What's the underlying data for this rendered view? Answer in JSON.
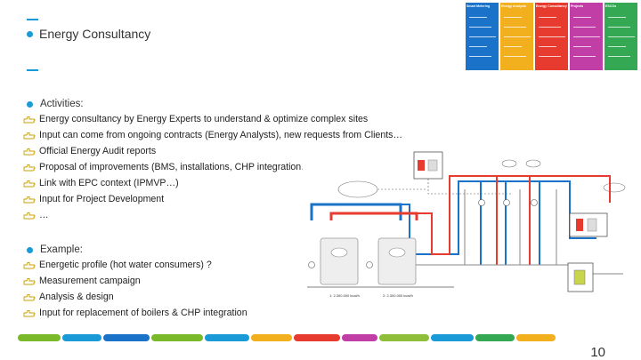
{
  "title": "Energy Consultancy",
  "sections": {
    "activities": {
      "heading": "Activities:",
      "items": [
        "Energy consultancy by Energy Experts to understand & optimize complex sites",
        "Input can come from ongoing contracts (Energy Analysts), new requests from Clients…",
        "Official Energy Audit reports",
        "Proposal of improvements (BMS, installations, CHP integration…)",
        "Link with EPC context (IPMVP…)",
        "Input for Project Development",
        "…"
      ]
    },
    "example": {
      "heading": "Example:",
      "items": [
        "Energetic profile (hot water consumers) ?",
        "Measurement campaign",
        "Analysis & design",
        "Input for replacement of boilers & CHP integration"
      ]
    }
  },
  "process_flow": {
    "columns": [
      {
        "header": "Smart Metering",
        "color": "#1a73c9"
      },
      {
        "header": "Energy Analysis",
        "color": "#f2b01e"
      },
      {
        "header": "Energy Consultancy",
        "color": "#e63b2e"
      },
      {
        "header": "Projects",
        "color": "#c13ea6"
      },
      {
        "header": "ESCOs",
        "color": "#34a853"
      }
    ]
  },
  "schema_labels": {
    "boiler_1_capacity": "1: 2.300.000 kcal/h",
    "boiler_2_capacity": "2: 2.300.000 kcal/h"
  },
  "footer_colors": [
    "#7ab929",
    "#1a9bd7",
    "#1a73c9",
    "#7ab929",
    "#1a9bd7",
    "#f2b01e",
    "#e63b2e",
    "#c13ea6",
    "#8fbf3a",
    "#1a9bd7",
    "#34a853",
    "#f2b01e"
  ],
  "page_number": "10"
}
